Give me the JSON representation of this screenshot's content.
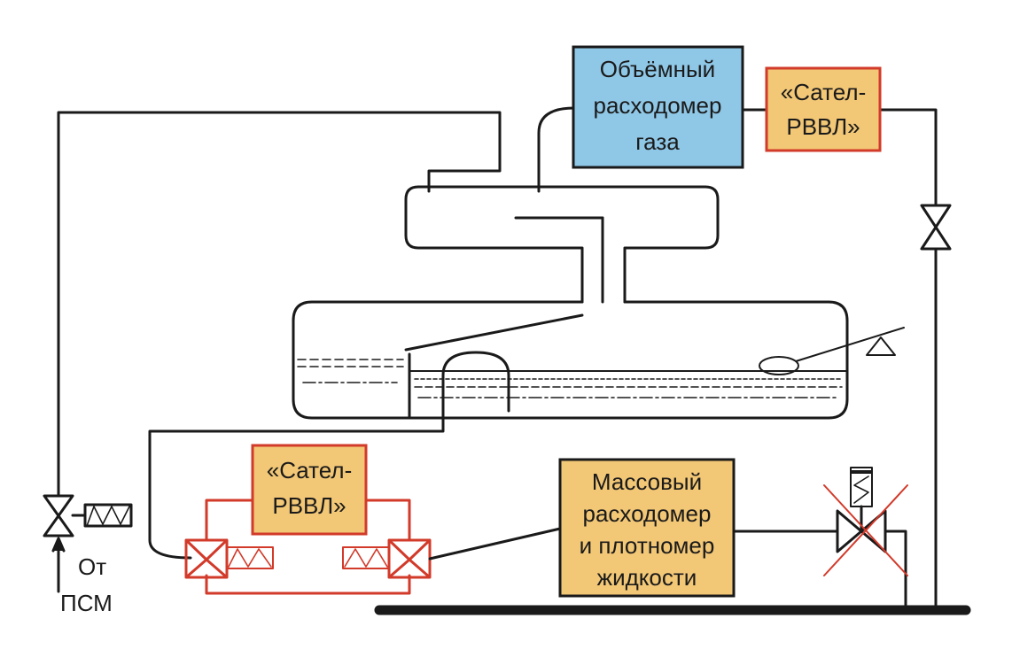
{
  "boxes": {
    "gas_flowmeter": {
      "lines": [
        "Объёмный",
        "расходомер",
        "газа"
      ],
      "fill": "#8fc7e6"
    },
    "satel_top": {
      "lines": [
        "«Сател-",
        "РВВЛ»"
      ],
      "fill": "#f2c776",
      "border": "#d23a2a"
    },
    "satel_bottom": {
      "lines": [
        "«Сател-",
        "РВВЛ»"
      ],
      "fill": "#f2c776",
      "border": "#d23a2a"
    },
    "mass_flowmeter": {
      "lines": [
        "Массовый",
        "расходомер",
        "и плотномер",
        "жидкости"
      ],
      "fill": "#f2c776"
    }
  },
  "source_label": {
    "lines": [
      "От",
      "ПСМ"
    ]
  },
  "colors": {
    "line": "#1a1a1a",
    "accent": "#d23a2a"
  }
}
